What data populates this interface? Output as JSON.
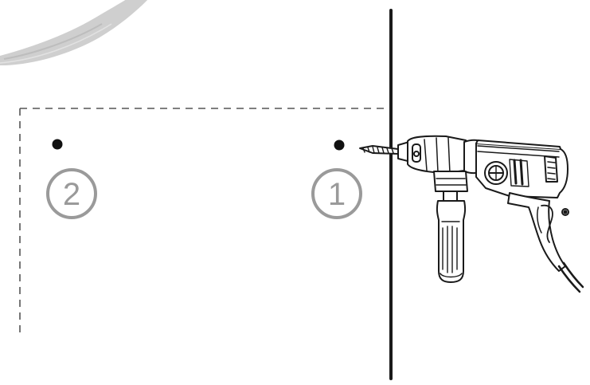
{
  "diagram": {
    "steps": [
      {
        "label": "1"
      },
      {
        "label": "2"
      }
    ],
    "colors": {
      "line": "#1a1a1a",
      "dashed_outline": "#555555",
      "step_circle": "#9a9a9a",
      "brush_stroke": "#cfcfcf"
    },
    "icons": [
      "brush-stroke",
      "power-drill-icon",
      "drill-bit-icon"
    ]
  }
}
